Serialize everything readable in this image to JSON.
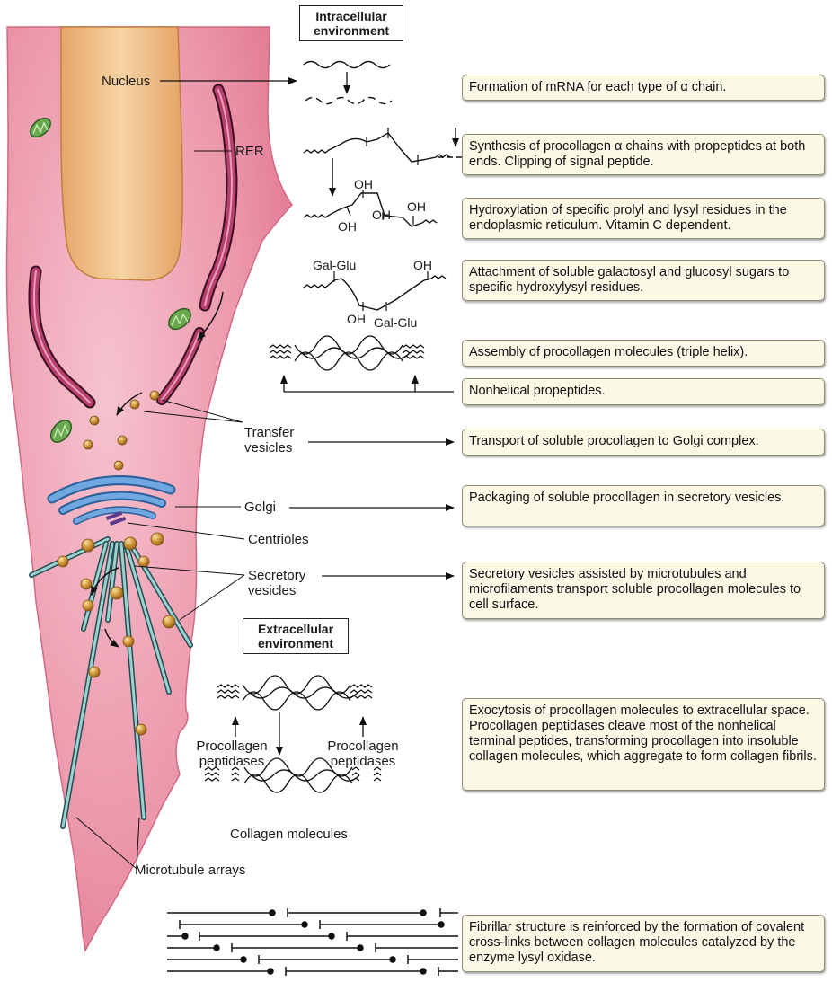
{
  "environments": {
    "intracellular": "Intracellular environment",
    "extracellular": "Extracellular environment"
  },
  "cell_labels": {
    "nucleus": "Nucleus",
    "rer": "RER",
    "transfer_vesicles": "Transfer vesicles",
    "golgi": "Golgi",
    "centrioles": "Centrioles",
    "secretory_vesicles": "Secretory vesicles",
    "microtubule_arrays": "Microtubule arrays"
  },
  "chem_labels": {
    "oh": "OH",
    "gal_glu": "Gal-Glu",
    "procollagen_peptidases": "Procollagen peptidases",
    "collagen_molecules": "Collagen molecules"
  },
  "steps": [
    "Formation of mRNA for each type of α chain.",
    "Synthesis of procollagen α chains with propeptides at both ends. Clipping of signal peptide.",
    "Hydroxylation of specific prolyl and lysyl residues in the endoplasmic reticulum. Vitamin C dependent.",
    "Attachment of soluble galactosyl and glucosyl sugars to specific hydroxylysyl residues.",
    "Assembly of procollagen molecules (triple helix).",
    "Nonhelical propeptides.",
    "Transport of soluble procollagen to Golgi complex.",
    "Packaging of soluble procollagen in secretory vesicles.",
    "Secretory vesicles assisted by microtubules and microfilaments transport soluble procollagen molecules to cell surface.",
    "Exocytosis of procollagen molecules to extracellular space. Procollagen peptidases cleave most of the nonhelical terminal peptides, transforming procollagen into insoluble collagen molecules, which aggregate to form collagen fibrils.",
    "Fibrillar structure is reinforced by the formation of covalent cross-links between collagen molecules catalyzed by the enzyme lysyl oxidase."
  ],
  "colors": {
    "cell": "#ea8ea4",
    "nucleus": "#f0c489",
    "rer": "#b9406c",
    "golgi": "#4f8fd0",
    "mitochondria": "#6aa84f",
    "vesicle": "#c98a2c",
    "microtubule": "#5f9ea0",
    "box": "#fbf8e6"
  }
}
